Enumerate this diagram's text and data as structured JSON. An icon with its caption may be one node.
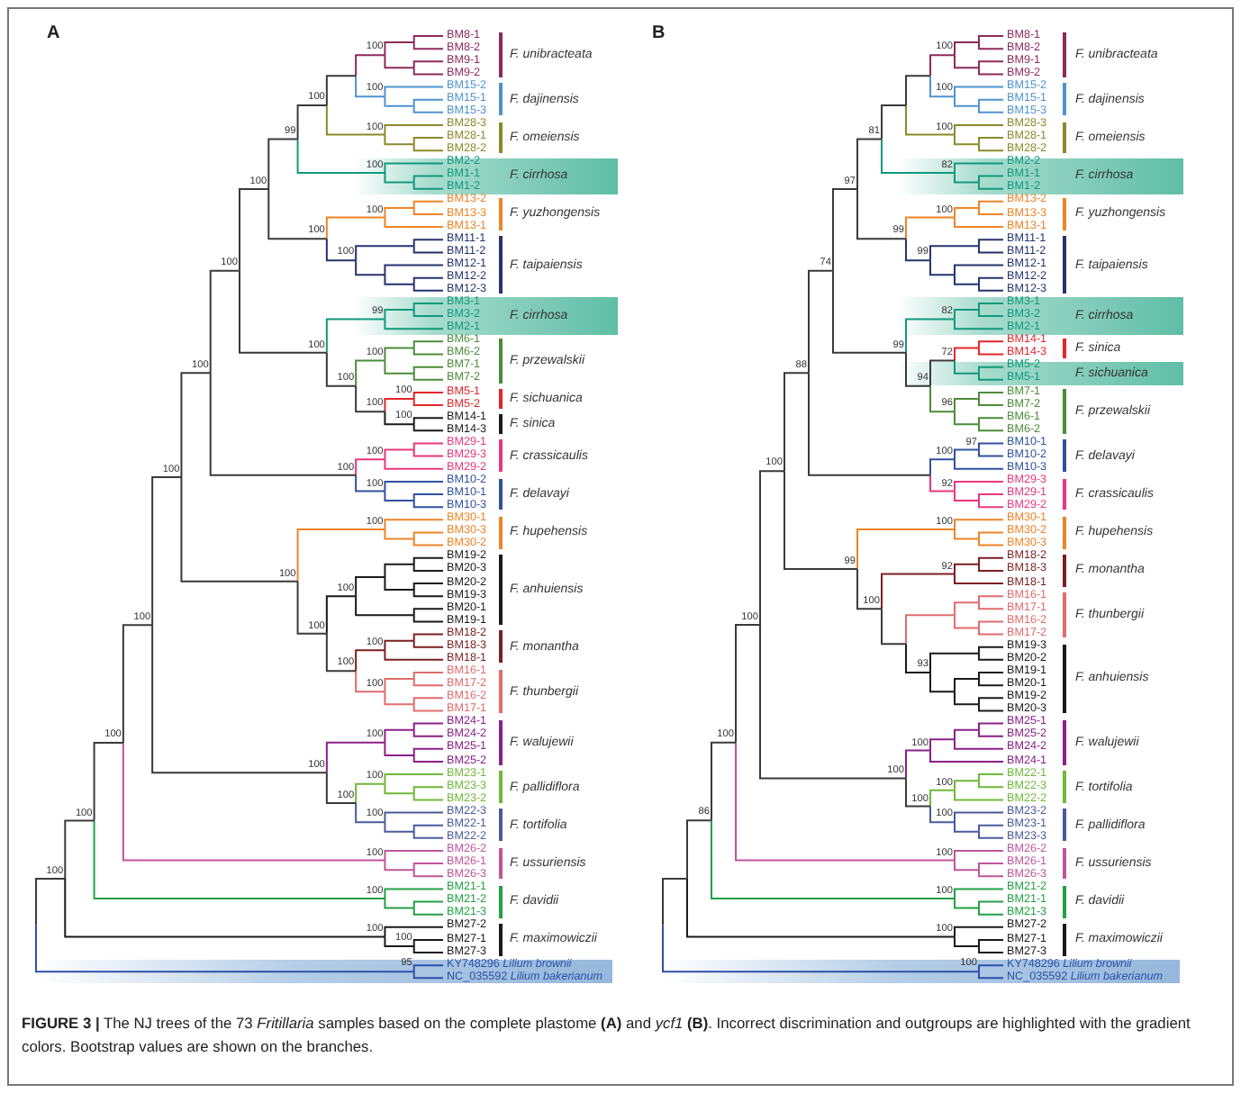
{
  "diagram": {
    "caption": "**FIGURE 3 |** The NJ trees of the 73 *Fritillaria* samples based on the complete plastome **(A)** and *ycf1* **(B)**. Incorrect discrimination and outgroups are highlighted with the gradient colors. Bootstrap values are shown on the branches.",
    "nodes": [
      {
        "text": [
          "BM2-2",
          "BM1-1",
          "BM1-2",
          "F. cirrhosa"
        ]
      },
      {
        "text": [
          "BM3-1",
          "BM3-2",
          "BM2-1",
          "F. cirrhosa"
        ]
      },
      {
        "text": [
          "KY748296 *Lilium brownii*",
          "NC_035592 *Lilium bakerianum*"
        ]
      },
      {
        "text": [
          "BM2-2",
          "BM1-1",
          "BM1-2",
          "F. cirrhosa"
        ]
      },
      {
        "text": [
          "BM3-1",
          "BM3-2",
          "BM2-1",
          "F. cirrhosa"
        ]
      },
      {
        "text": [
          "BM5-2",
          "BM5-1",
          "F. sichuanica"
        ]
      },
      {
        "text": [
          "KY748296 *Lilium brownii*",
          "NC_035592 *Lilium bakerianum*"
        ]
      }
    ],
    "labels": [
      "A",
      "BM8-1",
      "BM8-2",
      "BM9-1",
      "BM9-2",
      "BM15-2",
      "BM15-1",
      "BM15-3",
      "BM28-3",
      "BM28-1",
      "BM28-2",
      "BM13-2",
      "BM13-3",
      "BM13-1",
      "BM11-1",
      "BM11-2",
      "BM12-1",
      "BM12-2",
      "BM12-3",
      "BM6-1",
      "BM6-2",
      "BM7-1",
      "BM7-2",
      "BM5-1",
      "BM5-2",
      "BM14-1",
      "BM14-3",
      "BM29-1",
      "BM29-3",
      "BM29-2",
      "BM10-2",
      "BM10-1",
      "BM10-3",
      "BM30-1",
      "BM30-3",
      "BM30-2",
      "BM19-2",
      "BM20-3",
      "BM20-2",
      "BM19-3",
      "BM20-1",
      "BM19-1",
      "BM18-2",
      "BM18-3",
      "BM18-1",
      "BM16-1",
      "BM17-2",
      "BM16-2",
      "BM17-1",
      "BM24-1",
      "BM24-2",
      "BM25-1",
      "BM25-2",
      "BM23-1",
      "BM23-3",
      "BM23-2",
      "BM22-3",
      "BM22-1",
      "BM22-2",
      "BM26-2",
      "BM26-1",
      "BM26-3",
      "BM21-1",
      "BM21-2",
      "BM21-3",
      "BM27-2",
      "BM27-1",
      "BM27-3",
      "F. unibracteata",
      "F. dajinensis",
      "F. omeiensis",
      "F. yuzhongensis",
      "F. taipaiensis",
      "F. przewalskii",
      "F. sichuanica",
      "F. sinica",
      "F. crassicaulis",
      "F. delavayi",
      "F. hupehensis",
      "F. anhuiensis",
      "F. monantha",
      "F. thunbergii",
      "F. walujewii",
      "F. pallidiflora",
      "F. tortifolia",
      "F. ussuriensis",
      "F. davidii",
      "F. maximowiczii",
      "100",
      "100",
      "100",
      "100",
      "100",
      "99",
      "100",
      "100",
      "100",
      "100",
      "99",
      "100",
      "100",
      "100",
      "100",
      "100",
      "100",
      "100",
      "100",
      "100",
      "100",
      "100",
      "100",
      "100",
      "100",
      "100",
      "100",
      "100",
      "100",
      "100",
      "100",
      "100",
      "100",
      "100",
      "100",
      "100",
      "100",
      "100",
      "100",
      "100",
      "100",
      "100",
      "100",
      "95",
      "B",
      "BM8-1",
      "BM8-2",
      "BM9-1",
      "BM9-2",
      "BM15-2",
      "BM15-1",
      "BM15-3",
      "BM28-3",
      "BM28-1",
      "BM28-2",
      "BM13-2",
      "BM13-3",
      "BM13-1",
      "BM11-1",
      "BM11-2",
      "BM12-1",
      "BM12-2",
      "BM12-3",
      "BM14-1",
      "BM14-3",
      "BM7-1",
      "BM7-2",
      "BM6-1",
      "BM6-2",
      "BM10-1",
      "BM10-2",
      "BM10-3",
      "BM29-3",
      "BM29-1",
      "BM29-2",
      "BM30-1",
      "BM30-2",
      "BM30-3",
      "BM18-2",
      "BM18-3",
      "BM18-1",
      "BM16-1",
      "BM17-1",
      "BM16-2",
      "BM17-2",
      "BM19-3",
      "BM20-2",
      "BM19-1",
      "BM20-1",
      "BM19-2",
      "BM20-3",
      "BM25-1",
      "BM25-2",
      "BM24-2",
      "BM24-1",
      "BM22-1",
      "BM22-3",
      "BM22-2",
      "BM23-2",
      "BM23-1",
      "BM23-3",
      "BM26-2",
      "BM26-1",
      "BM26-3",
      "BM21-2",
      "BM21-1",
      "BM21-3",
      "BM27-2",
      "BM27-1",
      "BM27-3",
      "F. unibracteata",
      "F. dajinensis",
      "F. omeiensis",
      "F. yuzhongensis",
      "F. taipaiensis",
      "F. sinica",
      "F. przewalskii",
      "F. delavayi",
      "F. crassicaulis",
      "F. hupehensis",
      "F. monantha",
      "F. thunbergii",
      "F. anhuiensis",
      "F. walujewii",
      "F. tortifolia",
      "F. pallidiflora",
      "F. ussuriensis",
      "F. davidii",
      "F. maximowiczii",
      "100",
      "100",
      "100",
      "82",
      "81",
      "100",
      "99",
      "99",
      "97",
      "82",
      "72",
      "96",
      "94",
      "99",
      "74",
      "97",
      "100",
      "92",
      "88",
      "100",
      "92",
      "93",
      "100",
      "99",
      "100",
      "100",
      "100",
      "100",
      "100",
      "100",
      "100",
      "100",
      "100",
      "100",
      "86",
      "100",
      "100"
    ]
  }
}
